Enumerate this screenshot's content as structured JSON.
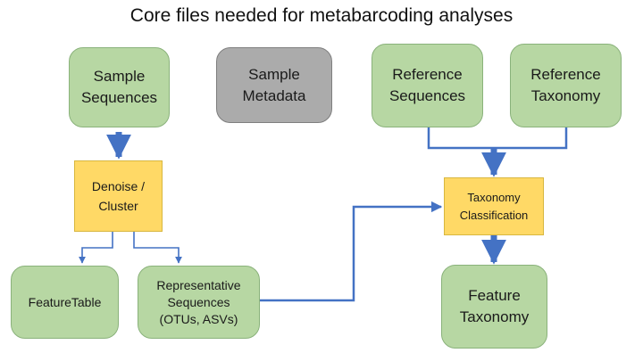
{
  "title": "Core files needed for metabarcoding analyses",
  "colors": {
    "file_fill": "#b7d7a3",
    "file_border": "#8ab27b",
    "metadata_fill": "#ababab",
    "process_fill": "#ffd966",
    "arrow": "#4472c4"
  },
  "nodes": {
    "sample_sequences": "Sample\nSequences",
    "sample_metadata": "Sample\nMetadata",
    "reference_sequences": "Reference\nSequences",
    "reference_taxonomy": "Reference\nTaxonomy",
    "denoise_cluster": "Denoise /\nCluster",
    "taxonomy_classification": "Taxonomy\nClassification",
    "feature_table": "FeatureTable",
    "representative_sequences": "Representative\nSequences\n(OTUs, ASVs)",
    "feature_taxonomy": "Feature\nTaxonomy"
  }
}
